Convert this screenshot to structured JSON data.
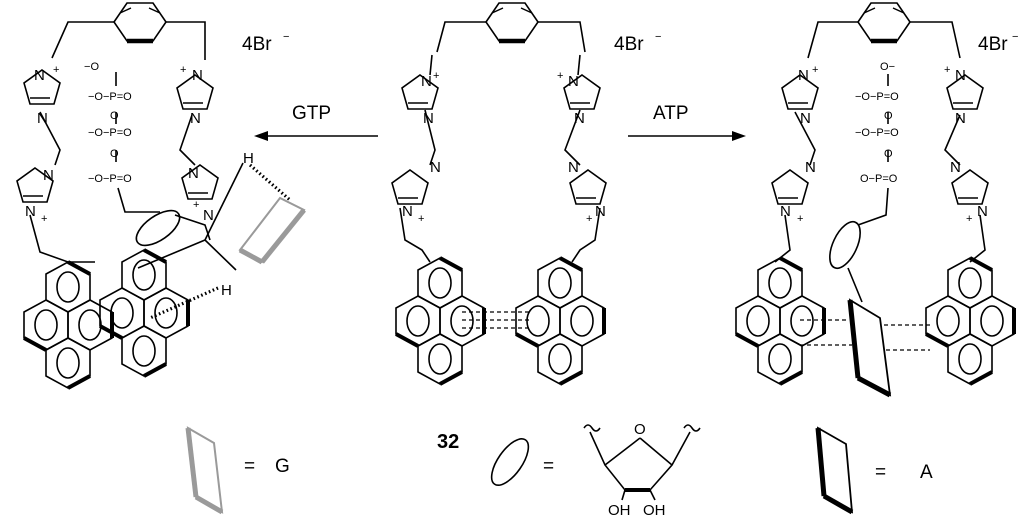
{
  "compound": "32",
  "left_reagent": "GTP",
  "right_reagent": "ATP",
  "counter_ion": "4Br",
  "counter_ion_charge": "−",
  "imidazolium": {
    "nitrogen": "N",
    "charge": "+"
  },
  "phosphate": {
    "P": "P",
    "O": "O",
    "minus": "−"
  },
  "h_label": "H",
  "oh_label": "OH",
  "legend": {
    "g": "G",
    "a": "A",
    "equals": "="
  },
  "colors": {
    "line": "#000000",
    "guanine": "#9a9a9a",
    "adenine": "#000000"
  }
}
